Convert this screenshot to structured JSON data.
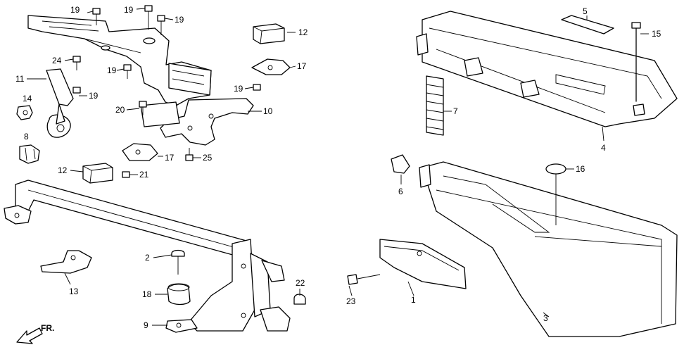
{
  "labels": [
    {
      "id": "1",
      "text": "1"
    },
    {
      "id": "2",
      "text": "2"
    },
    {
      "id": "3",
      "text": "3"
    },
    {
      "id": "4",
      "text": "4"
    },
    {
      "id": "5",
      "text": "5"
    },
    {
      "id": "6",
      "text": "6"
    },
    {
      "id": "7",
      "text": "7"
    },
    {
      "id": "8",
      "text": "8"
    },
    {
      "id": "9",
      "text": "9"
    },
    {
      "id": "10",
      "text": "10"
    },
    {
      "id": "11",
      "text": "11"
    },
    {
      "id": "12a",
      "text": "12"
    },
    {
      "id": "12b",
      "text": "12"
    },
    {
      "id": "13",
      "text": "13"
    },
    {
      "id": "14",
      "text": "14"
    },
    {
      "id": "15",
      "text": "15"
    },
    {
      "id": "16",
      "text": "16"
    },
    {
      "id": "17a",
      "text": "17"
    },
    {
      "id": "17b",
      "text": "17"
    },
    {
      "id": "18",
      "text": "18"
    },
    {
      "id": "19a",
      "text": "19"
    },
    {
      "id": "19b",
      "text": "19"
    },
    {
      "id": "19c",
      "text": "19"
    },
    {
      "id": "19d",
      "text": "19"
    },
    {
      "id": "19e",
      "text": "19"
    },
    {
      "id": "19f",
      "text": "19"
    },
    {
      "id": "20",
      "text": "20"
    },
    {
      "id": "21",
      "text": "21"
    },
    {
      "id": "22",
      "text": "22"
    },
    {
      "id": "23",
      "text": "23"
    },
    {
      "id": "24",
      "text": "24"
    },
    {
      "id": "25",
      "text": "25"
    }
  ],
  "direction_label": "FR."
}
